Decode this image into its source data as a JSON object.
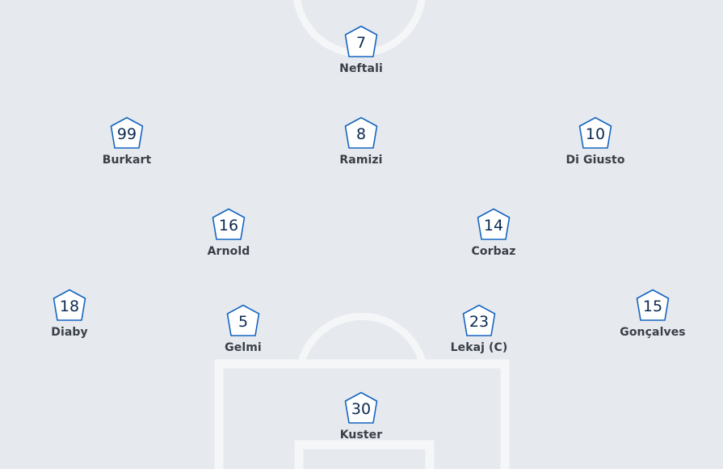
{
  "lineup": {
    "players": [
      {
        "number": "7",
        "name": "Neftali"
      },
      {
        "number": "99",
        "name": "Burkart"
      },
      {
        "number": "8",
        "name": "Ramizi"
      },
      {
        "number": "10",
        "name": "Di Giusto"
      },
      {
        "number": "16",
        "name": "Arnold"
      },
      {
        "number": "14",
        "name": "Corbaz"
      },
      {
        "number": "18",
        "name": "Diaby"
      },
      {
        "number": "5",
        "name": "Gelmi"
      },
      {
        "number": "23",
        "name": "Lekaj (C)"
      },
      {
        "number": "15",
        "name": "Gonçalves"
      },
      {
        "number": "30",
        "name": "Kuster"
      }
    ]
  },
  "colors": {
    "pitch": "#e6e9ee",
    "lines": "#f5f6f8",
    "shirt_border": "#1565c0",
    "shirt_fill": "#ffffff",
    "number_text": "#0c2a52",
    "name_text": "#3a3f47"
  }
}
